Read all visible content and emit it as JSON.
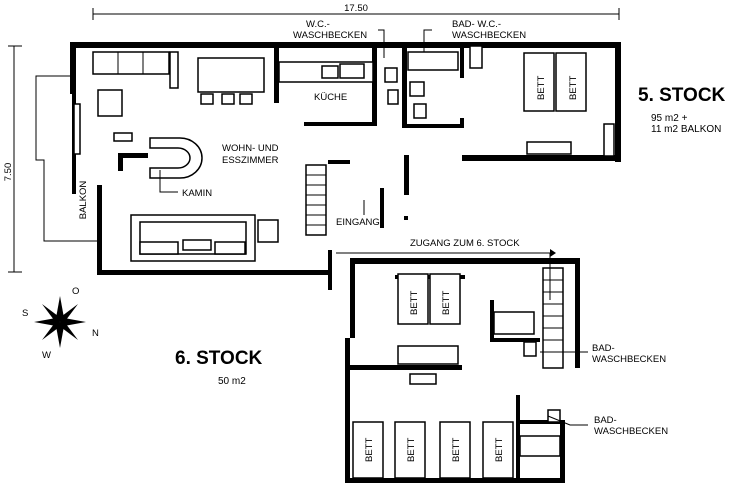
{
  "dimensions": {
    "width_label": "17.50",
    "height_label": "7.50"
  },
  "floor5": {
    "title": "5. STOCK",
    "area_line1": "95 m2 +",
    "area_line2": "11 m2 BALKON"
  },
  "floor6": {
    "title": "6. STOCK",
    "area_line1": "50 m2"
  },
  "rooms": {
    "wc_line1": "W.C.-",
    "wc_line2": "WASCHBECKEN",
    "bad_line1": "BAD- W.C.-",
    "bad_line2": "WASCHBECKEN",
    "kueche": "KÜCHE",
    "wohn_line1": "WOHN- UND",
    "wohn_line2": "ESSZIMMER",
    "kamin": "KAMIN",
    "balkon": "BALKON",
    "eingang": "EINGANG",
    "zugang": "ZUGANG ZUM 6. STOCK",
    "bad6a_line1": "BAD-",
    "bad6a_line2": "WASCHBECKEN",
    "bad6b_line1": "BAD-",
    "bad6b_line2": "WASCHBECKEN"
  },
  "bed_label": "BETT",
  "compass": {
    "n": "N",
    "s": "S",
    "o": "O",
    "w": "W"
  },
  "colors": {
    "ink": "#000000",
    "paper": "#ffffff"
  }
}
